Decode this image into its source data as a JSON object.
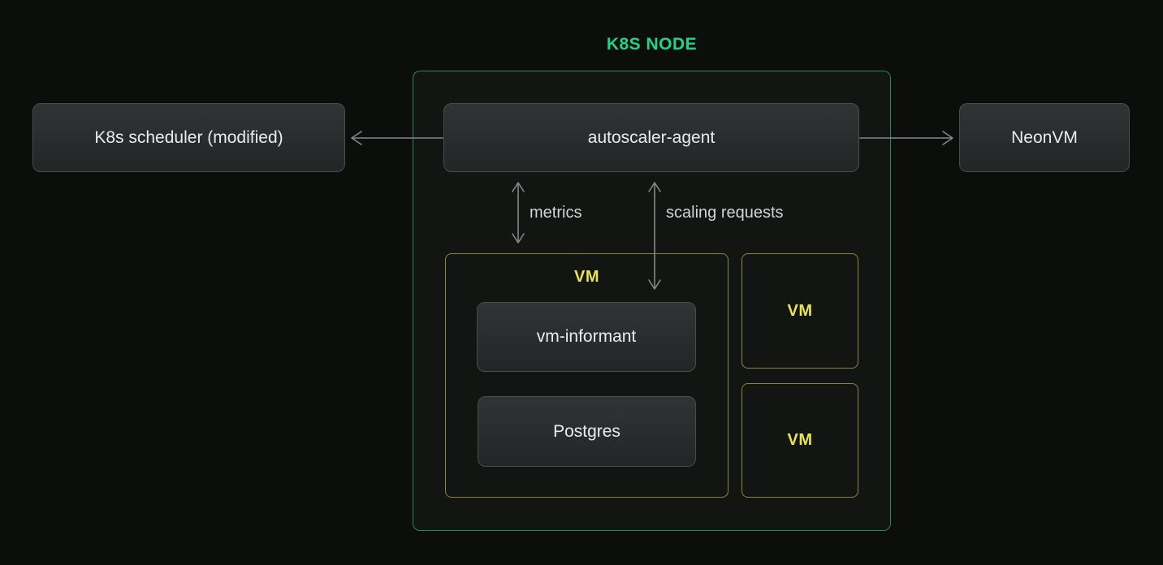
{
  "title": "K8S NODE",
  "nodes": {
    "scheduler": "K8s scheduler (modified)",
    "autoscaler": "autoscaler-agent",
    "neonvm": "NeonVM",
    "vm_informant": "vm-informant",
    "postgres": "Postgres"
  },
  "vm_labels": {
    "main": "VM",
    "small_top": "VM",
    "small_bottom": "VM"
  },
  "edge_labels": {
    "metrics": "metrics",
    "scaling": "scaling requests"
  },
  "colors": {
    "background": "#0c0e0c",
    "container_background": "#131512",
    "container_border_green": "#2d8164",
    "title_green": "#1fd38a",
    "vm_border_yellow": "#8f8338",
    "vm_text_yellow": "#ebe44e",
    "arrow_gray": "#85888b",
    "node_text": "#e9ebee",
    "edge_label_text": "#d2d5d8",
    "node_bg_top": "#313335",
    "node_bg_bottom": "#232527",
    "node_border": "#4a4d50"
  }
}
